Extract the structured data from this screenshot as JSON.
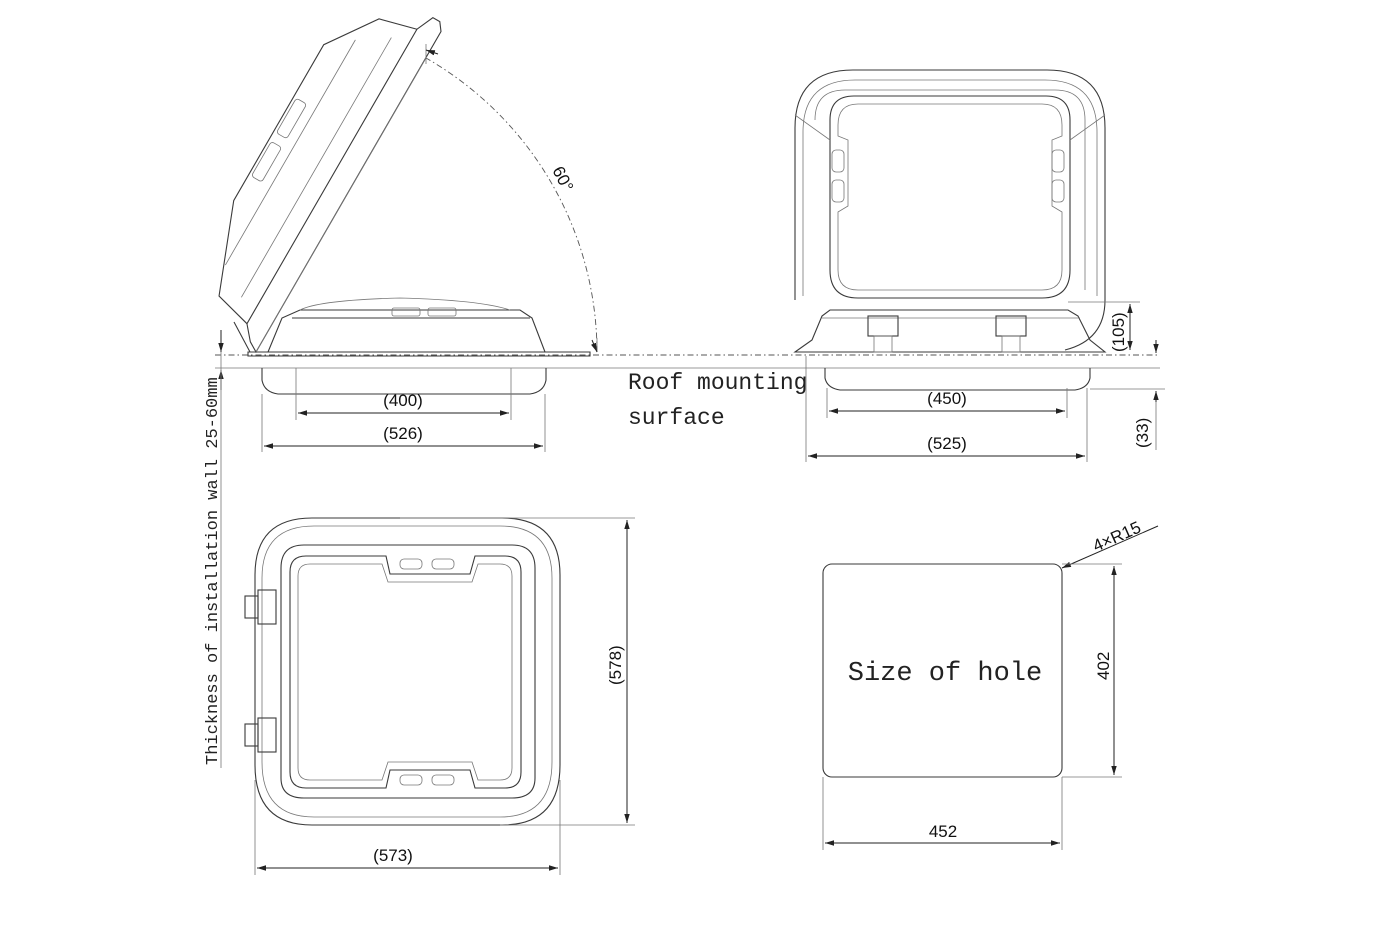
{
  "side_view": {
    "angle": "60°",
    "dims": {
      "inner": "(400)",
      "outer": "(526)"
    }
  },
  "roof_label": {
    "line1": "Roof mounting",
    "line2": "surface"
  },
  "wall_label": "Thickness of installation wall 25-60mm",
  "front_view": {
    "dims": {
      "inner": "(450)",
      "outer": "(525)",
      "height": "(105)",
      "below": "(33)"
    }
  },
  "top_view": {
    "dims": {
      "width": "(573)",
      "height": "(578)"
    }
  },
  "hole": {
    "label": "Size of hole",
    "radius": "4×R15",
    "width": "452",
    "height": "402"
  }
}
